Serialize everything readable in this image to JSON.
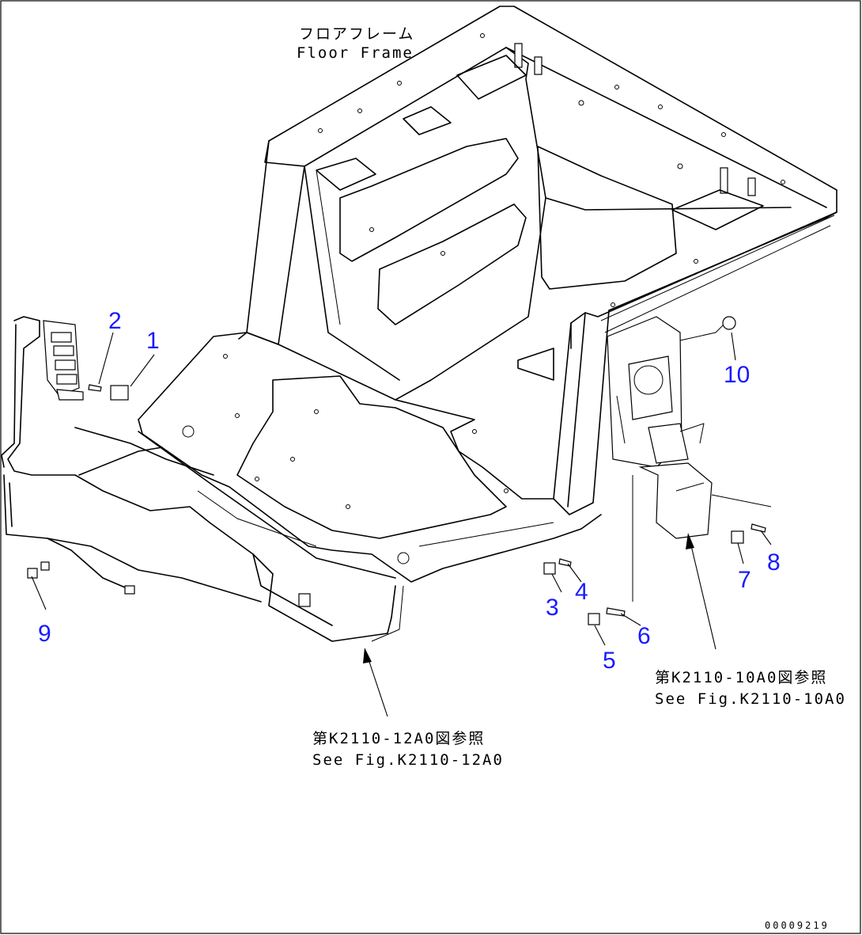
{
  "title": {
    "jp": "フロアフレーム",
    "en": "Floor Frame"
  },
  "references": [
    {
      "jp": "第K2110-12A0図参照",
      "en": "See Fig.K2110-12A0"
    },
    {
      "jp": "第K2110-10A0図参照",
      "en": "See Fig.K2110-10A0"
    }
  ],
  "callouts": [
    "1",
    "2",
    "3",
    "4",
    "5",
    "6",
    "7",
    "8",
    "9",
    "10"
  ],
  "figure_id": "00009219",
  "colors": {
    "callout": "#1a1aff",
    "line": "#000000"
  }
}
